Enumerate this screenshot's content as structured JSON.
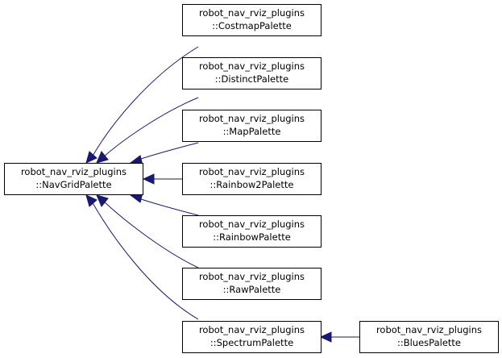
{
  "diagram": {
    "nodes": [
      {
        "id": "navgrid",
        "line1": "robot_nav_rviz_plugins",
        "line2": "::NavGridPalette"
      },
      {
        "id": "costmap",
        "line1": "robot_nav_rviz_plugins",
        "line2": "::CostmapPalette"
      },
      {
        "id": "distinct",
        "line1": "robot_nav_rviz_plugins",
        "line2": "::DistinctPalette"
      },
      {
        "id": "map",
        "line1": "robot_nav_rviz_plugins",
        "line2": "::MapPalette"
      },
      {
        "id": "rainbow2",
        "line1": "robot_nav_rviz_plugins",
        "line2": "::Rainbow2Palette"
      },
      {
        "id": "rainbow",
        "line1": "robot_nav_rviz_plugins",
        "line2": "::RainbowPalette"
      },
      {
        "id": "raw",
        "line1": "robot_nav_rviz_plugins",
        "line2": "::RawPalette"
      },
      {
        "id": "spectrum",
        "line1": "robot_nav_rviz_plugins",
        "line2": "::SpectrumPalette"
      },
      {
        "id": "blues",
        "line1": "robot_nav_rviz_plugins",
        "line2": "::BluesPalette"
      }
    ],
    "edges": [
      {
        "from": "costmap",
        "to": "navgrid"
      },
      {
        "from": "distinct",
        "to": "navgrid"
      },
      {
        "from": "map",
        "to": "navgrid"
      },
      {
        "from": "rainbow2",
        "to": "navgrid"
      },
      {
        "from": "rainbow",
        "to": "navgrid"
      },
      {
        "from": "raw",
        "to": "navgrid"
      },
      {
        "from": "spectrum",
        "to": "navgrid"
      },
      {
        "from": "blues",
        "to": "spectrum"
      }
    ],
    "colors": {
      "edge": "#191970",
      "box_border": "#000000",
      "background": "#ffffff"
    }
  }
}
